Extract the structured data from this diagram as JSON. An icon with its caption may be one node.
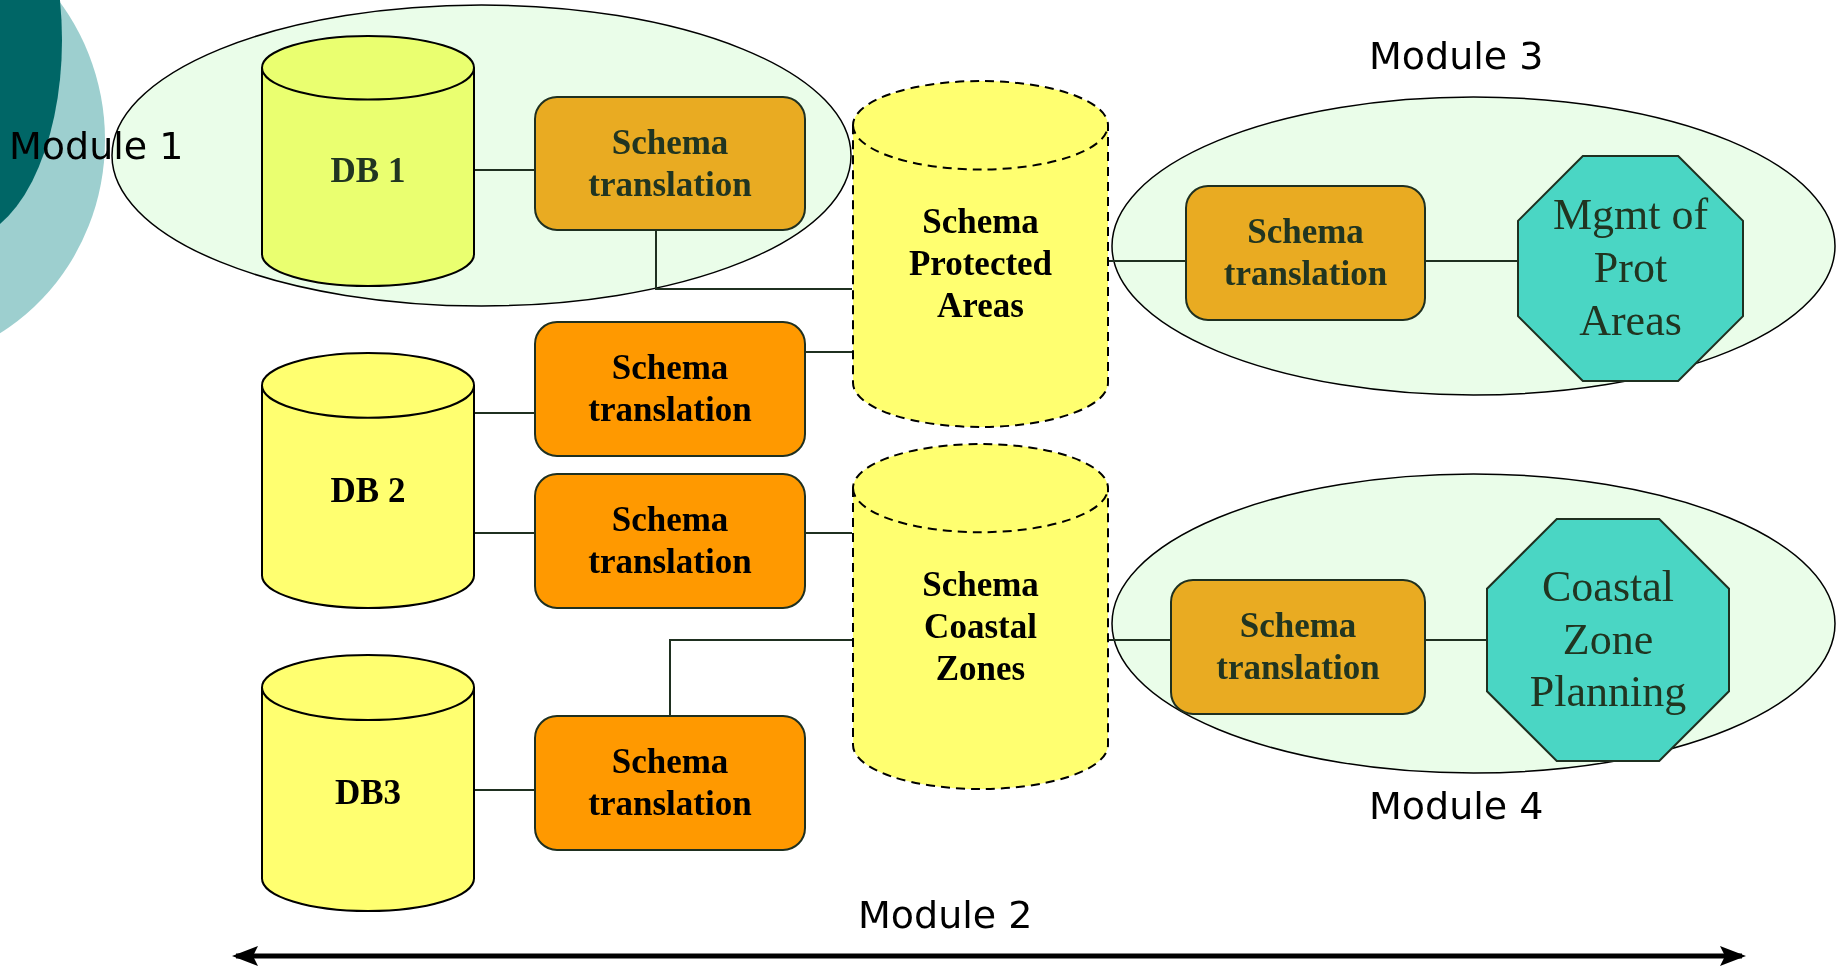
{
  "diagram": {
    "nodes": [
      {
        "text": [
          "Module 1"
        ]
      },
      {
        "text": [
          "DB 1"
        ],
        "in": 0
      },
      {
        "text": [
          "Schema translation"
        ],
        "in": 0
      },
      {
        "text": [
          "Schema Protected Areas"
        ]
      },
      {
        "text": [
          "Module 3"
        ]
      },
      {
        "text": [
          "Schema translation"
        ],
        "in": 4
      },
      {
        "text": [
          "Mgmt of Prot Areas"
        ],
        "in": 4
      },
      {
        "text": [
          "DB 2"
        ]
      },
      {
        "text": [
          "Schema translation"
        ]
      },
      {
        "text": [
          "Schema translation"
        ]
      },
      {
        "text": [
          "Schema Coastal Zones"
        ]
      },
      {
        "text": [
          "Module 4"
        ]
      },
      {
        "text": [
          "Schema translation"
        ],
        "in": 11
      },
      {
        "text": [
          "Coastal Zone Planning"
        ],
        "in": 11
      },
      {
        "text": [
          "DB3"
        ]
      },
      {
        "text": [
          "Schema translation"
        ]
      }
    ],
    "edges": [
      {
        "from": 1,
        "to": 2,
        "arrow": "none"
      },
      {
        "from": 2,
        "to": 3,
        "arrow": "none"
      },
      {
        "from": 3,
        "to": 5,
        "arrow": "none"
      },
      {
        "from": 5,
        "to": 6,
        "arrow": "none"
      },
      {
        "from": 7,
        "to": 8,
        "arrow": "none"
      },
      {
        "from": 8,
        "to": 3,
        "arrow": "none"
      },
      {
        "from": 7,
        "to": 9,
        "arrow": "none"
      },
      {
        "from": 9,
        "to": 10,
        "arrow": "none"
      },
      {
        "from": 15,
        "to": 10,
        "arrow": "none"
      },
      {
        "from": 14,
        "to": 15,
        "arrow": "none"
      },
      {
        "from": 10,
        "to": 12,
        "arrow": "none"
      },
      {
        "from": 12,
        "to": 13,
        "arrow": "none"
      }
    ],
    "labels": [
      "Module 2"
    ]
  }
}
